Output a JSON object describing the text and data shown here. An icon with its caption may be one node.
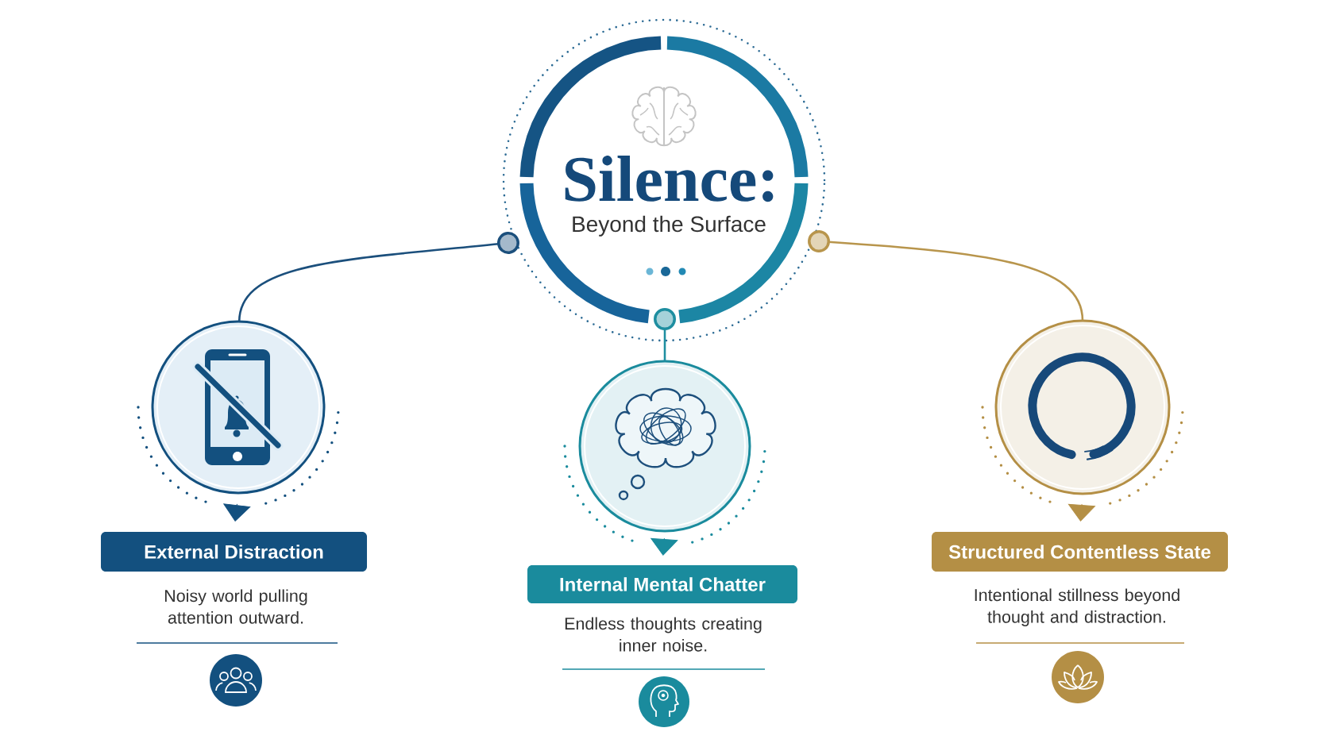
{
  "diagram": {
    "nodes": [
      {
        "text": [
          "Silence:",
          "Beyond the Surface"
        ]
      },
      {
        "text": [],
        "shape": "circle"
      },
      {
        "text": [],
        "shape": "circle"
      },
      {
        "text": [],
        "shape": "circle"
      },
      {
        "text": [
          "External Distraction"
        ],
        "beside": [
          "Noisy world pulling attention outward."
        ]
      },
      {
        "text": [
          "Internal Mental Chatter"
        ],
        "beside": [
          "Endless thoughts creating inner noise."
        ]
      },
      {
        "text": [
          "Structured Contentless State"
        ],
        "beside": [
          "Intentional stillness beyond thought and distraction."
        ]
      }
    ],
    "edges": [
      {
        "from": 0,
        "to": 1,
        "arrow": "other",
        "color": "#1b4f7c"
      },
      {
        "from": 0,
        "to": 2,
        "arrow": "other",
        "color": "#1e8ea0"
      },
      {
        "from": 0,
        "to": 3,
        "arrow": "other",
        "color": "#b8954c"
      },
      {
        "from": 1,
        "to": 4,
        "arrow": "to",
        "color": "#13507f"
      },
      {
        "from": 2,
        "to": 5,
        "arrow": "to",
        "color": "#1a8b9d"
      },
      {
        "from": 3,
        "to": 6,
        "arrow": "to",
        "color": "#b48f45"
      }
    ]
  }
}
